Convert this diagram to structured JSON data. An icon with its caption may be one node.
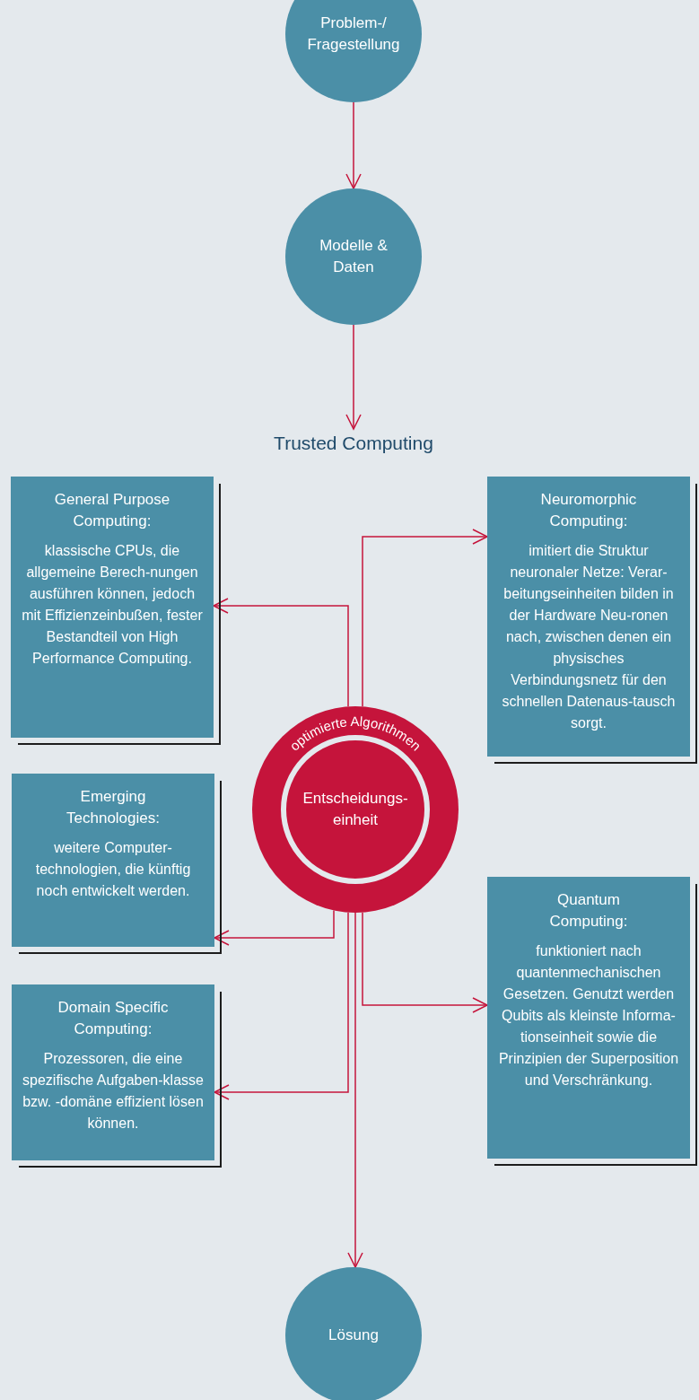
{
  "diagram": {
    "nodes": [
      {
        "text": [
          "Problem-/ Fragestellung"
        ]
      },
      {
        "text": [
          "Modelle & Daten"
        ]
      },
      {
        "text": [
          "Trusted Computing"
        ]
      },
      {
        "text": [
          "optimierte Algorithmen"
        ]
      },
      {
        "text": [
          "Entscheidungs-einheit"
        ],
        "in": 3
      },
      {
        "text": [
          "General Purpose Computing:",
          "klassische CPUs, die allgemeine Berech-nungen ausführen können, jedoch mit Effizienzeinbußen, fester Bestandteil von High Performance Computing."
        ]
      },
      {
        "text": [
          "Neuromorphic Computing:",
          "imitiert die Struktur neuronaler Netze: Verar-beitungseinheiten bilden in der Hardware Neu-ronen nach, zwischen denen ein physisches Verbindungsnetz für den schnellen Datenaus-tausch sorgt."
        ]
      },
      {
        "text": [
          "Emerging Technologies:",
          "weitere Computer-technologien, die künftig noch entwickelt werden."
        ]
      },
      {
        "text": [
          "Quantum Computing:",
          "funktioniert nach quantenmechanischen Gesetzen. Genutzt werden Qubits als kleinste Informa-tionseinheit sowie die Prinzipien der Superposition und Verschränkung."
        ]
      },
      {
        "text": [
          "Domain Specific Computing:",
          "Prozessoren, die eine spezifische Aufgaben-klasse bzw. -domäne effizient lösen können."
        ]
      },
      {
        "text": [
          "Lösung"
        ]
      }
    ],
    "edges": [
      {
        "from": 0,
        "to": 1,
        "arrow": "to"
      },
      {
        "from": 1,
        "to": 2,
        "arrow": "to"
      },
      {
        "from": 3,
        "to": 5,
        "arrow": "to"
      },
      {
        "from": 3,
        "to": 6,
        "arrow": "to"
      },
      {
        "from": 3,
        "to": 7,
        "arrow": "to"
      },
      {
        "from": 3,
        "to": 8,
        "arrow": "to"
      },
      {
        "from": 3,
        "to": 9,
        "arrow": "to"
      },
      {
        "from": 3,
        "to": 10,
        "arrow": "to"
      }
    ]
  }
}
